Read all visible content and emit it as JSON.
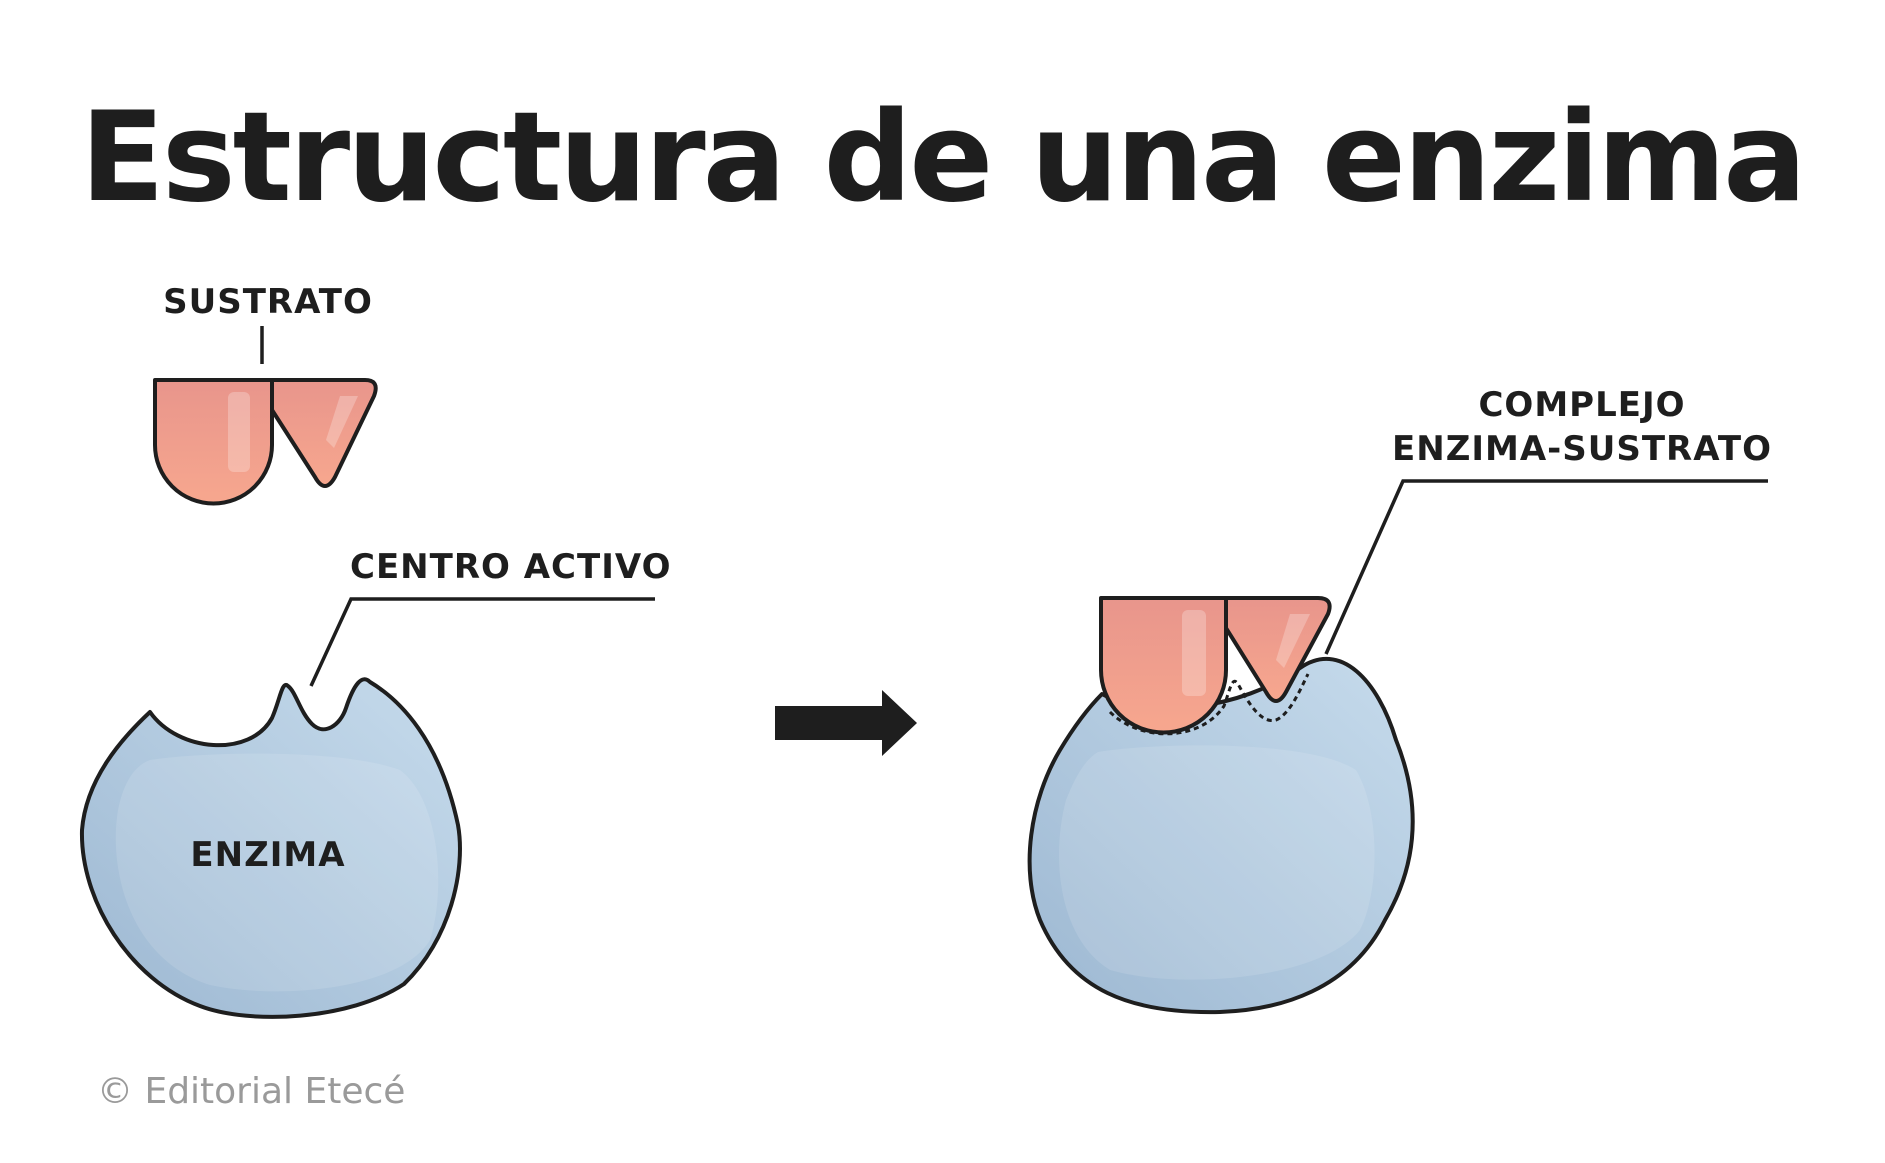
{
  "title": "Estructura de una enzima",
  "labels": {
    "substrate": "SUSTRATO",
    "active_site": "CENTRO ACTIVO",
    "enzyme": "ENZIMA",
    "complex_line1": "COMPLEJO",
    "complex_line2": "ENZIMA-SUSTRATO"
  },
  "credit": "© Editorial Etecé",
  "colors": {
    "enzyme_fill": "#b4cde2",
    "substrate_fill": "#ef9a86",
    "outline": "#1e1e1e",
    "text": "#1e1e1e",
    "credit_text": "#9a9a9a"
  },
  "icons": {
    "arrow": "right-arrow-icon"
  }
}
